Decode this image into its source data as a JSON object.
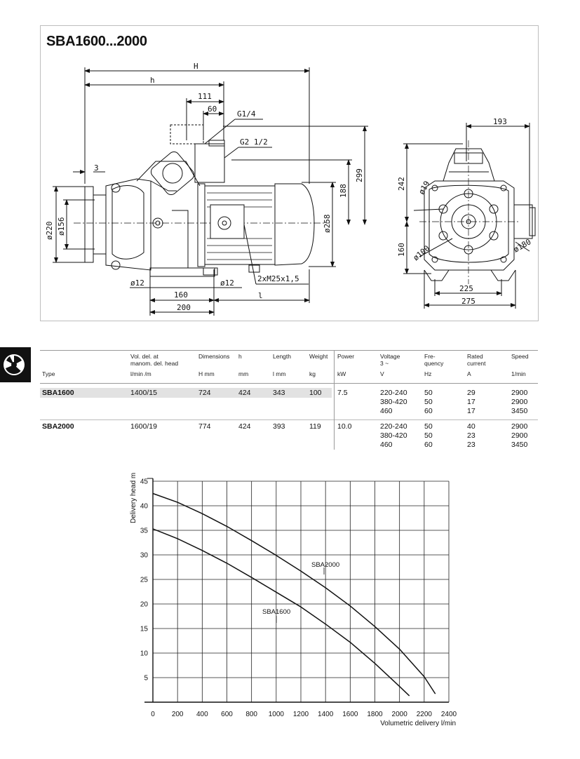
{
  "drawing": {
    "title": "SBA1600...2000",
    "dims": {
      "H": "H",
      "h": "h",
      "d111": "111",
      "d60": "60",
      "g14": "G1/4",
      "g2": "G2 1/2",
      "d3": "3",
      "d220": "ø220",
      "d156": "ø156",
      "d12a": "ø12",
      "d12b": "ø12",
      "d160": "160",
      "d200": "200",
      "l": "l",
      "m25": "2xM25x1,5",
      "d258": "ø258",
      "d188": "188",
      "d299": "299",
      "d193": "193",
      "d242": "242",
      "d19": "ø19",
      "s160": "160",
      "d100": "ø100",
      "d180": "ø180",
      "d225": "225",
      "d275": "275"
    }
  },
  "table": {
    "headers": {
      "vol": "Vol. del. at\nmanom. del. head",
      "dimensions": "Dimensions",
      "h": "h",
      "length": "Length",
      "weight": "Weight",
      "power": "Power",
      "voltage": "Voltage\n3 ~",
      "freq": "Fre-\nquency",
      "current": "Rated\ncurrent",
      "speed": "Speed"
    },
    "units": {
      "type": "Type",
      "vol": "l/min /m",
      "H": "H mm",
      "h": "mm",
      "l": "l mm",
      "kg": "kg",
      "kw": "kW",
      "v": "V",
      "hz": "Hz",
      "a": "A",
      "speed": "1/min"
    },
    "rows": [
      {
        "type": "SBA1600",
        "vol": "1400/15",
        "H": "724",
        "h": "424",
        "l": "343",
        "kg": "100",
        "kw": "7.5",
        "v": "220-240\n380-420\n460",
        "hz": "50\n50\n60",
        "a": "29\n17\n17",
        "speed": "2900\n2900\n3450"
      },
      {
        "type": "SBA2000",
        "vol": "1600/19",
        "H": "774",
        "h": "424",
        "l": "393",
        "kg": "119",
        "kw": "10.0",
        "v": "220-240\n380-420\n460",
        "hz": "50\n50\n60",
        "a": "40\n23\n23",
        "speed": "2900\n2900\n3450"
      }
    ]
  },
  "chart_data": {
    "type": "line",
    "xlabel": "Volumetric delivery l/min",
    "ylabel": "Delivery head m",
    "xlim": [
      0,
      2400
    ],
    "ylim": [
      0,
      45
    ],
    "xticks": [
      0,
      200,
      400,
      600,
      800,
      1000,
      1200,
      1400,
      1600,
      1800,
      2000,
      2200,
      2400
    ],
    "yticks": [
      5,
      10,
      15,
      20,
      25,
      30,
      35,
      40,
      45
    ],
    "grid": true,
    "series": [
      {
        "name": "SBA1600",
        "x": [
          0,
          200,
          400,
          600,
          800,
          1000,
          1200,
          1400,
          1600,
          1800,
          2000,
          2080
        ],
        "y": [
          35.3,
          33.3,
          30.9,
          28.3,
          25.4,
          22.4,
          19.4,
          15.9,
          12.2,
          7.9,
          3.2,
          1.3
        ]
      },
      {
        "name": "SBA2000",
        "x": [
          0,
          200,
          400,
          600,
          800,
          1000,
          1200,
          1400,
          1600,
          1800,
          2000,
          2200,
          2290
        ],
        "y": [
          42.5,
          40.7,
          38.4,
          35.8,
          32.9,
          29.9,
          26.7,
          23.3,
          19.6,
          15.4,
          10.8,
          5.2,
          1.7
        ]
      }
    ]
  }
}
